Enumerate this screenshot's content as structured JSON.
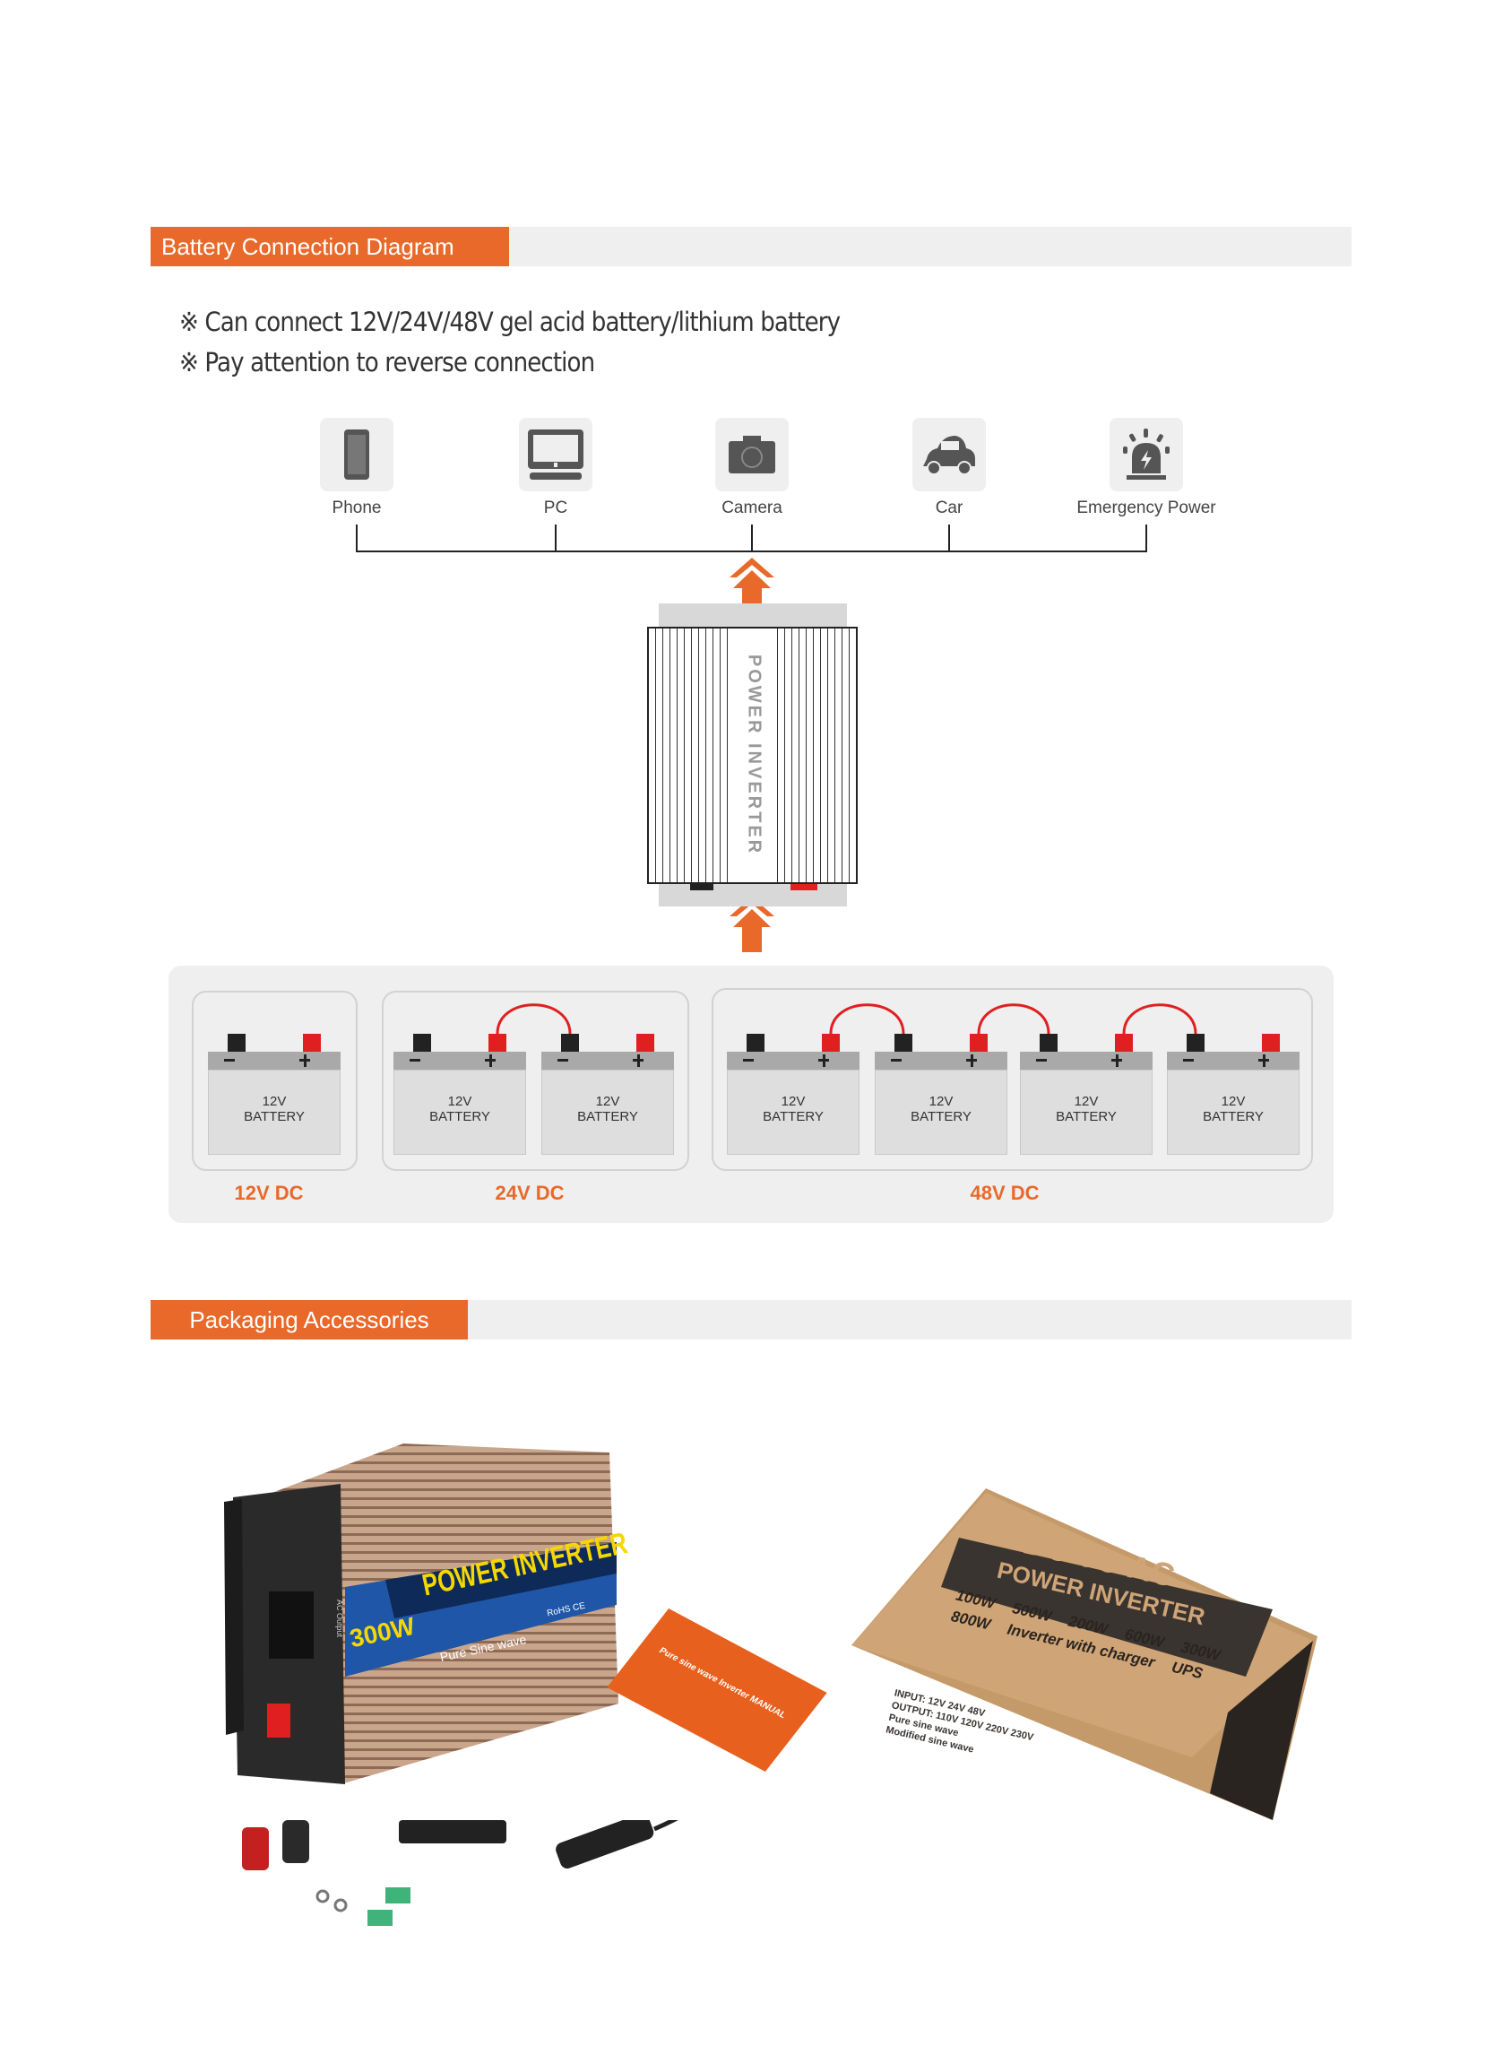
{
  "section1": {
    "title": "Battery Connection Diagram"
  },
  "notes": [
    "※ Can connect 12V/24V/48V gel acid battery/lithium battery",
    "※ Pay attention to reverse connection"
  ],
  "devices": [
    {
      "label": "Phone",
      "icon": "phone-icon"
    },
    {
      "label": "PC",
      "icon": "monitor-icon"
    },
    {
      "label": "Camera",
      "icon": "camera-icon"
    },
    {
      "label": "Car",
      "icon": "car-icon"
    },
    {
      "label": "Emergency Power",
      "icon": "emergency-light-icon"
    }
  ],
  "inverter": {
    "label": "POWER INVERTER"
  },
  "battery_groups": [
    {
      "label": "12V DC",
      "count": 1
    },
    {
      "label": "24V DC",
      "count": 2
    },
    {
      "label": "48V DC",
      "count": 4
    }
  ],
  "battery": {
    "voltage": "12V",
    "name": "BATTERY"
  },
  "section2": {
    "title": "Packaging Accessories"
  },
  "product": {
    "brand": "POWER INVERTER",
    "power": "300W",
    "wave": "Pure Sine wave",
    "certs": "RoHS CE",
    "socket_label": "AC Output",
    "manual": "Pure sine wave Inverter MANUAL"
  },
  "box": {
    "line1": "DC TO AC",
    "line2": "POWER INVERTER",
    "options": [
      "100W",
      "500W",
      "200W",
      "600W",
      "300W",
      "800W",
      "Inverter with charger",
      "UPS"
    ],
    "input_label": "INPUT:",
    "inputs": [
      "12V",
      "24V",
      "48V"
    ],
    "output_label": "OUTPUT:",
    "outputs": [
      "110V",
      "120V",
      "220V",
      "230V",
      "Pure sine wave",
      "Modified sine wave"
    ]
  },
  "colors": {
    "accent": "#e8692a",
    "terminal_pos": "#e02020",
    "terminal_neg": "#222222"
  }
}
